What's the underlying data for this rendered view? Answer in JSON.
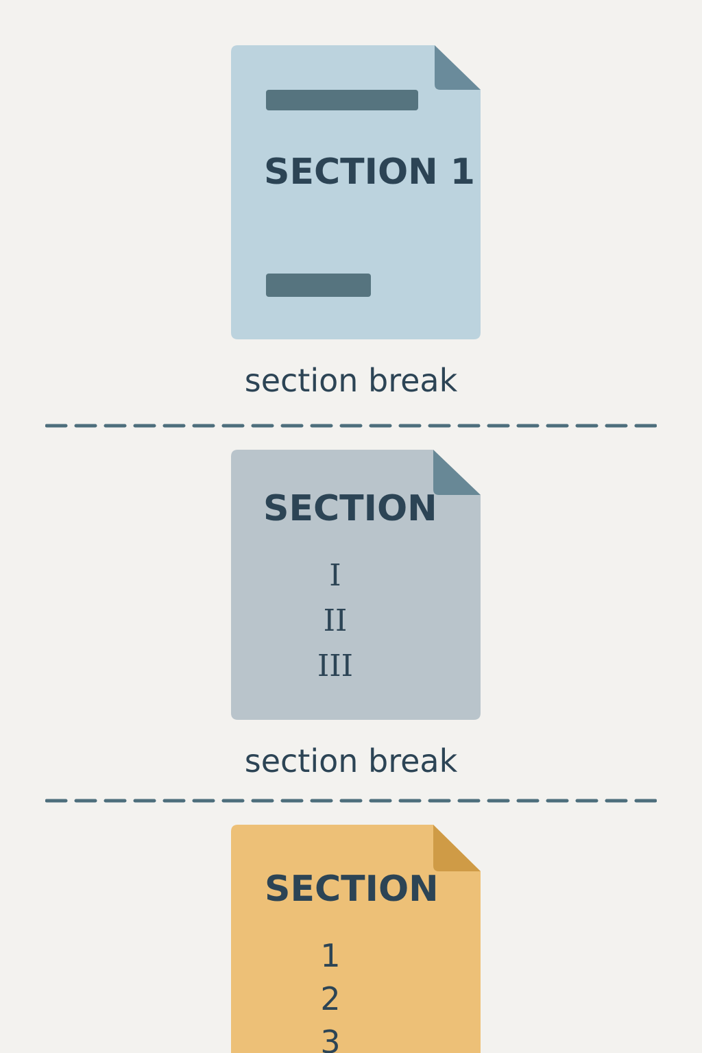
{
  "documents": [
    {
      "title": "SECTION 1",
      "fill": "#bcd3de",
      "fold": "#6a8b9b",
      "bar": "#56747f",
      "items": []
    },
    {
      "title": "SECTION",
      "fill": "#b9c4cb",
      "fold": "#688896",
      "items": [
        "I",
        "II",
        "III"
      ]
    },
    {
      "title": "SECTION",
      "fill": "#edc077",
      "fold": "#cf9b46",
      "items": [
        "1",
        "2",
        "3"
      ]
    }
  ],
  "breaks": [
    {
      "label": "section break"
    },
    {
      "label": "section break"
    }
  ],
  "colors": {
    "background": "#f3f2ef",
    "text": "#2c4455",
    "dash": "#4d6e7c"
  }
}
